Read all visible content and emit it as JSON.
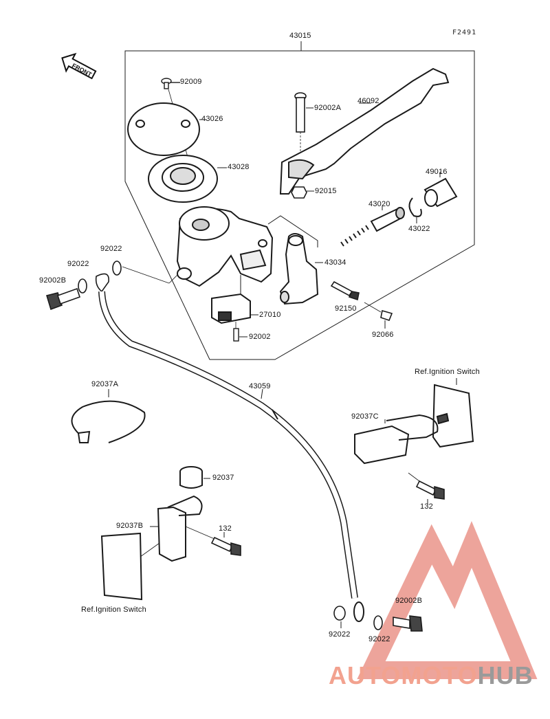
{
  "figure_code": "F2491",
  "front_label": "FRONT",
  "parts": {
    "p43015": "43015",
    "p92009": "92009",
    "p43026": "43026",
    "p43028": "43028",
    "p92002A": "92002A",
    "p46092": "46092",
    "p92015": "92015",
    "p49016": "49016",
    "p43020": "43020",
    "p43022": "43022",
    "p43034": "43034",
    "p92150": "92150",
    "p92066": "92066",
    "p27010": "27010",
    "p92002": "92002",
    "p92022_a": "92022",
    "p92022_b": "92022",
    "p92002B_a": "92002B",
    "p92037A": "92037A",
    "p43059": "43059",
    "p92037C": "92037C",
    "p132_a": "132",
    "p92037": "92037",
    "p92037B": "92037B",
    "p132_b": "132",
    "p92022_c": "92022",
    "p92022_d": "92022",
    "p92002B_b": "92002B"
  },
  "ref_labels": {
    "top": "Ref.Ignition Switch",
    "bottom": "Ref.Ignition Switch"
  },
  "watermark": {
    "part1": "AUTOMOTO",
    "part2": "HUB"
  },
  "colors": {
    "line": "#1a1a1a",
    "watermark_red": "#e05a4a",
    "watermark_gray": "#9a9a9a"
  }
}
